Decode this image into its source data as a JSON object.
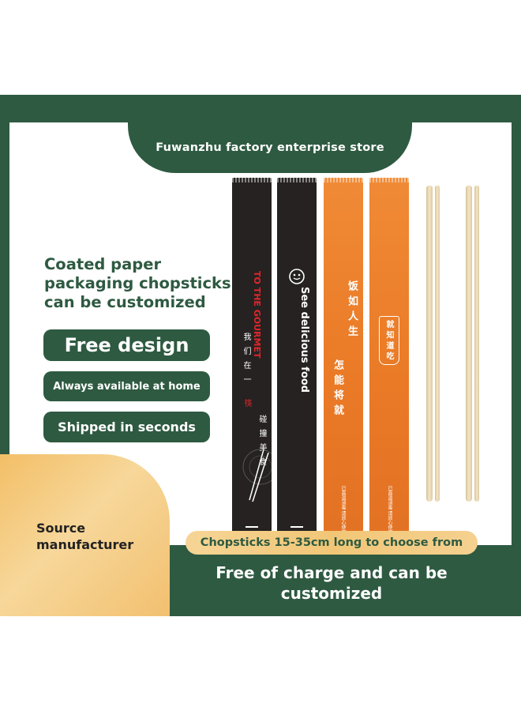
{
  "store": {
    "title": "Fuwanzhu factory enterprise store"
  },
  "promo": {
    "headline": "Coated paper packaging chopsticks can be customized",
    "free_design": "Free design",
    "available": "Always available at home",
    "shipped": "Shipped in seconds"
  },
  "packs": {
    "p1_en": "TO THE GOURMET",
    "p1_cn_a": "我们在一",
    "p1_cn_b": "筷",
    "p1_cn_c": "碰撞美食",
    "p2_en": "See delicious food",
    "p3_cn_a": "饭如人生",
    "p3_cn_b": "怎能将就",
    "p3_small": "已高温消毒 请放心使用",
    "p4_cn": "就 知 道 吃",
    "p4_small": "已高温消毒 请放心使用"
  },
  "bottom": {
    "source": "Source manufacturer",
    "lengths": "Chopsticks 15-35cm long to choose from",
    "free_charge": "Free of charge and can be customized"
  },
  "colors": {
    "brand_green": "#2e5a41",
    "gold": "#f3c274",
    "orange_pack": "#ea7a26",
    "dark_pack": "#252221"
  }
}
